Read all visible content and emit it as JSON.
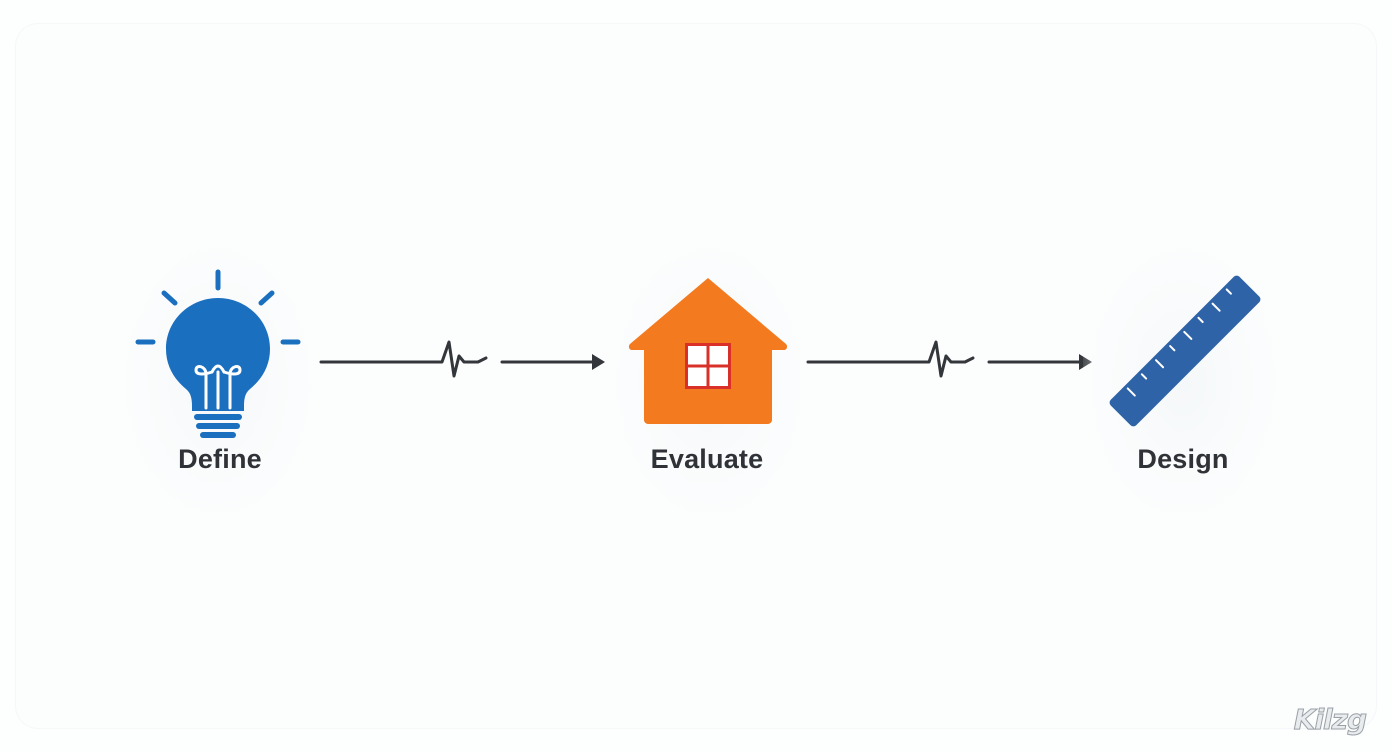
{
  "steps": [
    {
      "id": "define",
      "label": "Define",
      "icon": "lightbulb-icon",
      "color": "#1b6fbf"
    },
    {
      "id": "evaluate",
      "label": "Evaluate",
      "icon": "house-icon",
      "color": "#f47a20"
    },
    {
      "id": "design",
      "label": "Design",
      "icon": "ruler-icon",
      "color": "#2f63a7"
    }
  ],
  "connectors": [
    {
      "from": "define",
      "to": "evaluate",
      "style": "arrow-with-pulse"
    },
    {
      "from": "evaluate",
      "to": "design",
      "style": "arrow-with-pulse"
    }
  ],
  "colors": {
    "text": "#2f3236",
    "arrow": "#33363a",
    "window_frame": "#d9302a"
  },
  "watermark": {
    "text": "Kilzg"
  }
}
